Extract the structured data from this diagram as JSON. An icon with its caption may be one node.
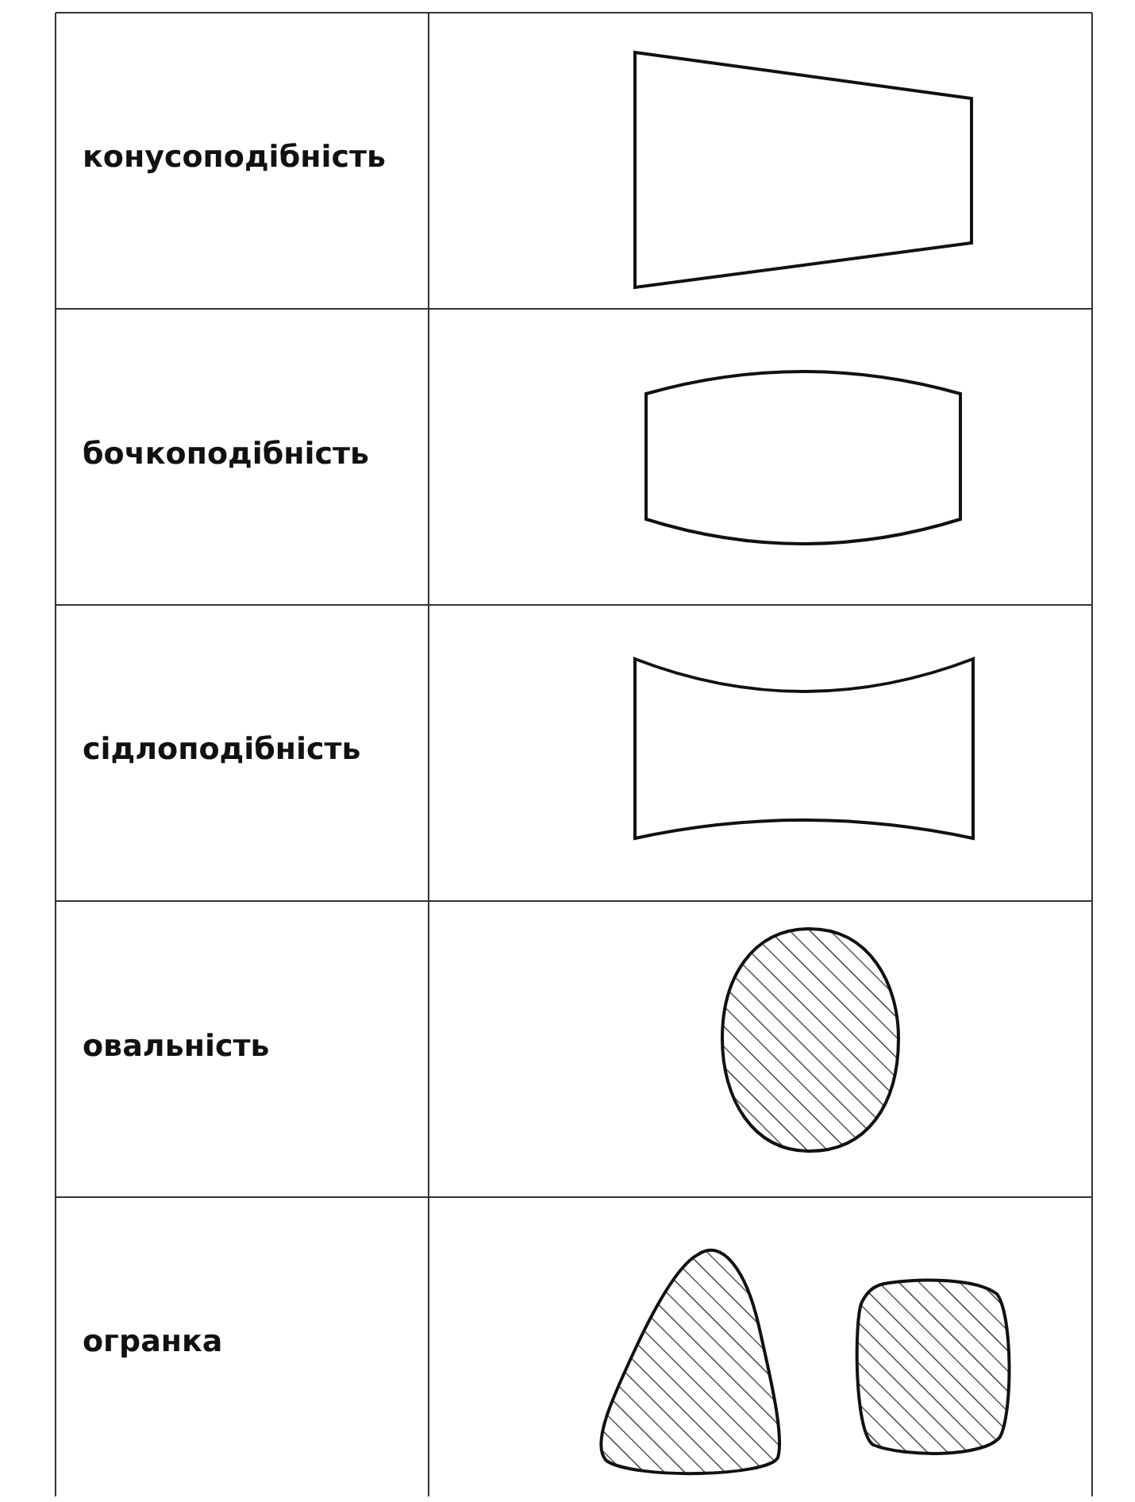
{
  "diagram": {
    "labels": [
      "конусоподібність",
      "бочкоподібність",
      "сідлоподібність",
      "овальність",
      "огранка"
    ]
  }
}
